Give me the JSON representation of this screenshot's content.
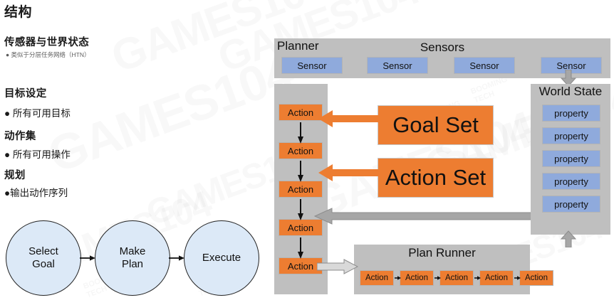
{
  "page_title": "结构",
  "left": {
    "heading_sensors": "传感器与世界状态",
    "tiny_note": "● 类似于分层任务网络（HTN）",
    "heading_goal": "目标设定",
    "bullet_goal": "● 所有可用目标",
    "heading_actions": "动作集",
    "bullet_actions": "● 所有可用操作",
    "heading_planning": "规划",
    "bullet_planning": "●输出动作序列",
    "flow": [
      {
        "label": "Select\nGoal"
      },
      {
        "label": "Make\nPlan"
      },
      {
        "label": "Execute"
      }
    ]
  },
  "diagram": {
    "sensors_panel": {
      "title": "Sensors",
      "sensors": [
        {
          "label": "Sensor"
        },
        {
          "label": "Sensor"
        },
        {
          "label": "Sensor"
        },
        {
          "label": "Sensor"
        }
      ]
    },
    "planner_panel": {
      "title": "Planner",
      "actions": [
        {
          "label": "Action"
        },
        {
          "label": "Action"
        },
        {
          "label": "Action"
        },
        {
          "label": "Action"
        },
        {
          "label": "Action"
        }
      ]
    },
    "world_state_panel": {
      "title": "World State",
      "properties": [
        {
          "label": "property"
        },
        {
          "label": "property"
        },
        {
          "label": "property"
        },
        {
          "label": "property"
        },
        {
          "label": "property"
        }
      ]
    },
    "goal_set": {
      "label": "Goal Set"
    },
    "action_set": {
      "label": "Action Set"
    },
    "plan_runner_panel": {
      "title": "Plan Runner",
      "actions": [
        {
          "label": "Action"
        },
        {
          "label": "Action"
        },
        {
          "label": "Action"
        },
        {
          "label": "Action"
        },
        {
          "label": "Action"
        }
      ]
    }
  },
  "watermarks": {
    "main": "GAMES104",
    "brand_line": "BOOMING\nTECH"
  },
  "colors": {
    "orange": "#ED7D31",
    "blue": "#8FAADC",
    "panel_gray": "#BFBFBF",
    "arrow_gray": "#A6A6A6",
    "circle_fill": "#DCE9F7"
  }
}
